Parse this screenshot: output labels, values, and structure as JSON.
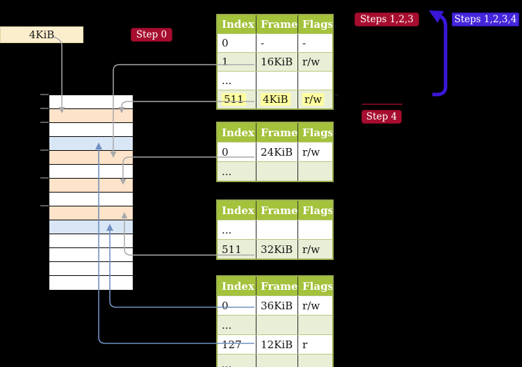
{
  "labels": {
    "frame_box": "4KiB"
  },
  "badges": {
    "step0": "Step 0",
    "steps123": "Steps 1,2,3",
    "steps1234": "Steps 1,2,3,4",
    "step4": "Step 4"
  },
  "memory": {
    "rows": [
      "white",
      "peach",
      "white",
      "blue",
      "peach",
      "white",
      "peach",
      "white",
      "peach",
      "blue",
      "white",
      "white",
      "white",
      "white"
    ],
    "ticks": [
      0,
      1,
      2,
      4,
      6,
      8
    ]
  },
  "tables": [
    {
      "headers": [
        "Index",
        "Frame",
        "Flags"
      ],
      "rows": [
        {
          "cells": [
            "0",
            "-",
            "-"
          ],
          "shade": "white",
          "highlight": false
        },
        {
          "cells": [
            "1",
            "16KiB",
            "r/w"
          ],
          "shade": "green",
          "highlight": false
        },
        {
          "cells": [
            "...",
            "",
            ""
          ],
          "shade": "white",
          "highlight": false
        },
        {
          "cells": [
            "511",
            "4KiB",
            "r/w"
          ],
          "shade": "green",
          "highlight": true
        }
      ]
    },
    {
      "headers": [
        "Index",
        "Frame",
        "Flags"
      ],
      "rows": [
        {
          "cells": [
            "0",
            "24KiB",
            "r/w"
          ],
          "shade": "white",
          "highlight": false
        },
        {
          "cells": [
            "...",
            "",
            ""
          ],
          "shade": "green",
          "highlight": false
        }
      ]
    },
    {
      "headers": [
        "Index",
        "Frame",
        "Flags"
      ],
      "rows": [
        {
          "cells": [
            "...",
            "",
            ""
          ],
          "shade": "white",
          "highlight": false
        },
        {
          "cells": [
            "511",
            "32KiB",
            "r/w"
          ],
          "shade": "green",
          "highlight": false
        }
      ]
    },
    {
      "headers": [
        "Index",
        "Frame",
        "Flags"
      ],
      "rows": [
        {
          "cells": [
            "0",
            "36KiB",
            "r/w"
          ],
          "shade": "white",
          "highlight": false
        },
        {
          "cells": [
            "...",
            "",
            ""
          ],
          "shade": "green",
          "highlight": false
        },
        {
          "cells": [
            "127",
            "12KiB",
            "r"
          ],
          "shade": "white",
          "highlight": false
        },
        {
          "cells": [
            "...",
            "",
            ""
          ],
          "shade": "green",
          "highlight": false
        }
      ]
    }
  ],
  "arrows": [
    {
      "name": "frame-box-to-memory",
      "color": "gray"
    },
    {
      "name": "table1-entry1-to-16kib-frame",
      "color": "gray"
    },
    {
      "name": "table1-entry511-to-4kib-frame",
      "color": "gray"
    },
    {
      "name": "table2-entry0-to-24kib-frame",
      "color": "gray"
    },
    {
      "name": "table3-entry511-to-32kib-frame",
      "color": "gray"
    },
    {
      "name": "table4-entry0-to-36kib-frame",
      "color": "steelblue"
    },
    {
      "name": "table4-entry127-to-12kib-frame",
      "color": "steelblue"
    },
    {
      "name": "recursive-loop-arrow",
      "color": "blueviolet"
    }
  ],
  "colors": {
    "badge_red": "#a60d2e",
    "badge_blue": "#4526db",
    "loop_arrow_blue": "#3a17d8",
    "arrow_gray": "#a9a9a9",
    "arrow_steelblue": "#7090c2",
    "table_header_green": "#a4c23c",
    "table_row_green": "#e9efd7",
    "highlight_yellow": "#ffff9e",
    "frame_table_peach": "#fde3c9",
    "mapped_page_blue": "#d9e6f6",
    "frame_box_cream": "#fbeecd"
  }
}
